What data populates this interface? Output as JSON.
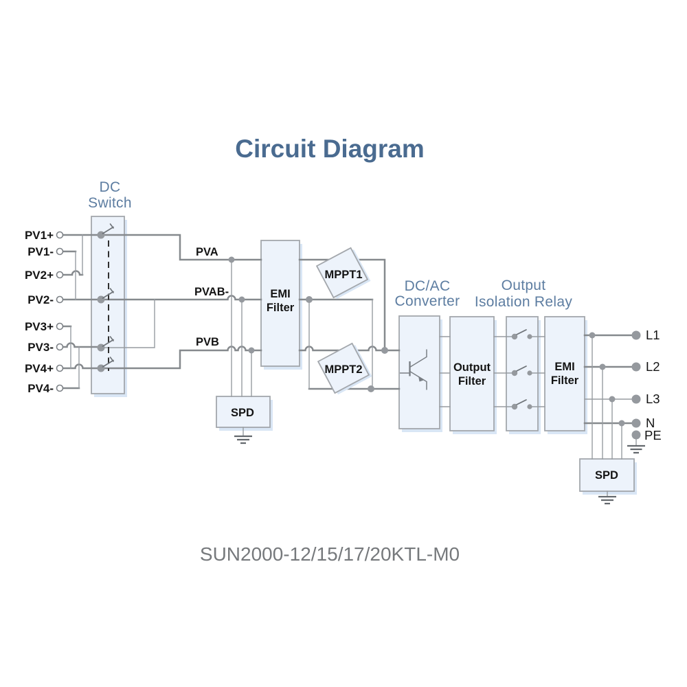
{
  "title": "Circuit Diagram",
  "model": "SUN2000-12/15/17/20KTL-M0",
  "colors": {
    "title": "#4a6b90",
    "slate": "#5d7da1",
    "wire": "#85898d",
    "wire-thin": "#979ca1",
    "block-fill": "#edf3fb",
    "block-stroke": "#a3a7ac",
    "shadow": "#d9e6f5",
    "dot": "#95999e",
    "ink": "#141414",
    "model": "#76797c",
    "gnd": "#63686d"
  },
  "blocks": {
    "dc_switch": {
      "lines": [
        "DC",
        "Switch"
      ]
    },
    "emi_filter_dc": {
      "lines": [
        "EMI",
        "Filter"
      ]
    },
    "spd_dc": {
      "label": "SPD"
    },
    "mppt1": {
      "label": "MPPT1"
    },
    "mppt2": {
      "label": "MPPT2"
    },
    "converter": {
      "lines": [
        "DC/AC",
        "Converter"
      ]
    },
    "output_filter": {
      "lines": [
        "Output",
        "Filter"
      ]
    },
    "relay": {
      "lines": [
        "Output",
        "Isolation Relay"
      ]
    },
    "emi_filter_ac": {
      "lines": [
        "EMI",
        "Filter"
      ]
    },
    "spd_ac": {
      "label": "SPD"
    }
  },
  "nets": {
    "pva": "PVA",
    "pvab_minus": "PVAB-",
    "pvb": "PVB"
  },
  "pv_terminals": [
    "PV1+",
    "PV1-",
    "PV2+",
    "PV2-",
    "PV3+",
    "PV3-",
    "PV4+",
    "PV4-"
  ],
  "ac_terminals": [
    "L1",
    "L2",
    "L3",
    "N",
    "PE"
  ]
}
